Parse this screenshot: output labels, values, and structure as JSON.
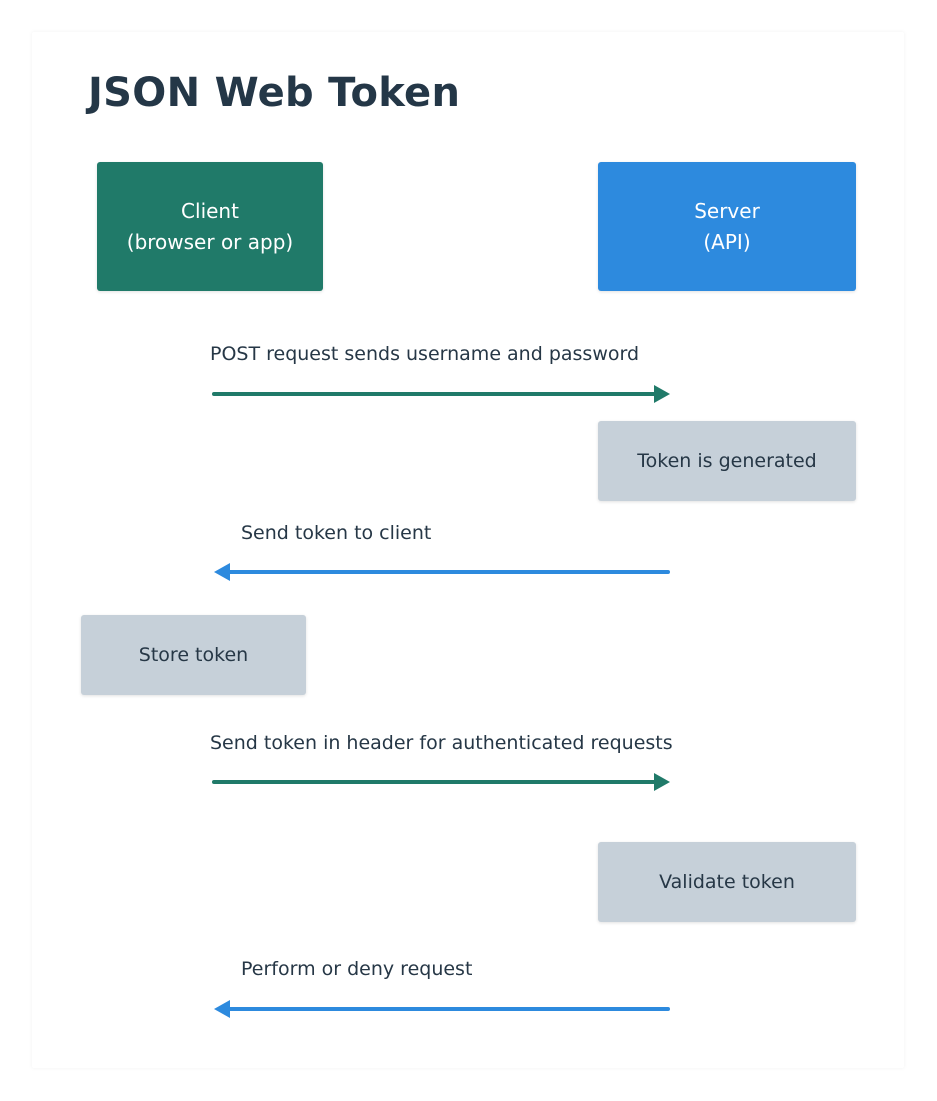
{
  "diagram": {
    "title": "JSON Web Token",
    "actors": {
      "client": {
        "line1": "Client",
        "line2": "(browser or app)",
        "color": "#207a69"
      },
      "server": {
        "line1": "Server",
        "line2": "(API)",
        "color": "#2d8ade"
      }
    },
    "messages": [
      {
        "label": "POST request sends username and password",
        "from": "client",
        "to": "server"
      },
      {
        "label": "Send token to client",
        "from": "server",
        "to": "client"
      },
      {
        "label": "Send token in header for authenticated requests",
        "from": "client",
        "to": "server"
      },
      {
        "label": "Perform or deny request",
        "from": "server",
        "to": "client"
      }
    ],
    "steps": [
      {
        "label": "Token is generated",
        "actor": "server"
      },
      {
        "label": "Store token",
        "actor": "client"
      },
      {
        "label": "Validate token",
        "actor": "server"
      }
    ],
    "colors": {
      "client_arrow": "#207a69",
      "server_arrow": "#2d8ade",
      "step_fill": "#c6d0d9",
      "text": "#263746"
    }
  }
}
